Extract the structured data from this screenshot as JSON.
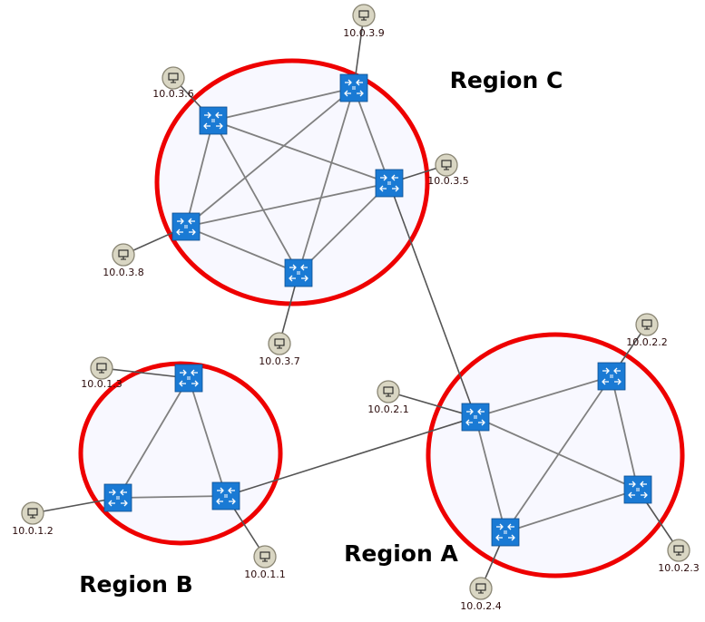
{
  "colors": {
    "region_stroke": "#ee0000",
    "region_fill": "#f8f8ff",
    "router_fill": "#1a7ad4",
    "host_fill": "#d9d6c3",
    "host_stroke": "#8a8674",
    "intra_link": "#808080",
    "uplink": "#555555",
    "inter_link": "#555555"
  },
  "icons": {
    "router": "router-icon",
    "host": "host-icon"
  },
  "regions": [
    {
      "id": "A",
      "label": "Region A"
    },
    {
      "id": "B",
      "label": "Region B"
    },
    {
      "id": "C",
      "label": "Region C"
    }
  ],
  "routers": [
    {
      "id": "C1",
      "region": "C"
    },
    {
      "id": "C2",
      "region": "C"
    },
    {
      "id": "C3",
      "region": "C"
    },
    {
      "id": "C4",
      "region": "C"
    },
    {
      "id": "C5",
      "region": "C"
    },
    {
      "id": "B1",
      "region": "B"
    },
    {
      "id": "B2",
      "region": "B"
    },
    {
      "id": "B3",
      "region": "B"
    },
    {
      "id": "A1",
      "region": "A"
    },
    {
      "id": "A2",
      "region": "A"
    },
    {
      "id": "A3",
      "region": "A"
    },
    {
      "id": "A4",
      "region": "A"
    }
  ],
  "hosts": [
    {
      "id": "h10.0.3.9",
      "label": "10.0.3.9",
      "router": "C1"
    },
    {
      "id": "h10.0.3.6",
      "label": "10.0.3.6",
      "router": "C2"
    },
    {
      "id": "h10.0.3.5",
      "label": "10.0.3.5",
      "router": "C3"
    },
    {
      "id": "h10.0.3.8",
      "label": "10.0.3.8",
      "router": "C4"
    },
    {
      "id": "h10.0.3.7",
      "label": "10.0.3.7",
      "router": "C5"
    },
    {
      "id": "h10.0.1.3",
      "label": "10.0.1.3",
      "router": "B1"
    },
    {
      "id": "h10.0.1.2",
      "label": "10.0.1.2",
      "router": "B2"
    },
    {
      "id": "h10.0.1.1",
      "label": "10.0.1.1",
      "router": "B3"
    },
    {
      "id": "h10.0.2.1",
      "label": "10.0.2.1",
      "router": "A1"
    },
    {
      "id": "h10.0.2.2",
      "label": "10.0.2.2",
      "router": "A2"
    },
    {
      "id": "h10.0.2.3",
      "label": "10.0.2.3",
      "router": "A3"
    },
    {
      "id": "h10.0.2.4",
      "label": "10.0.2.4",
      "router": "A4"
    }
  ],
  "links": [
    [
      "C1",
      "C2"
    ],
    [
      "C1",
      "C3"
    ],
    [
      "C1",
      "C4"
    ],
    [
      "C1",
      "C5"
    ],
    [
      "C2",
      "C3"
    ],
    [
      "C2",
      "C4"
    ],
    [
      "C2",
      "C5"
    ],
    [
      "C3",
      "C4"
    ],
    [
      "C3",
      "C5"
    ],
    [
      "C4",
      "C5"
    ],
    [
      "B1",
      "B2"
    ],
    [
      "B1",
      "B3"
    ],
    [
      "B2",
      "B3"
    ],
    [
      "A1",
      "A2"
    ],
    [
      "A1",
      "A3"
    ],
    [
      "A1",
      "A4"
    ],
    [
      "A2",
      "A3"
    ],
    [
      "A2",
      "A4"
    ],
    [
      "A3",
      "A4"
    ]
  ],
  "inter_region_links": [
    [
      "C3",
      "A1"
    ],
    [
      "B3",
      "A1"
    ]
  ]
}
